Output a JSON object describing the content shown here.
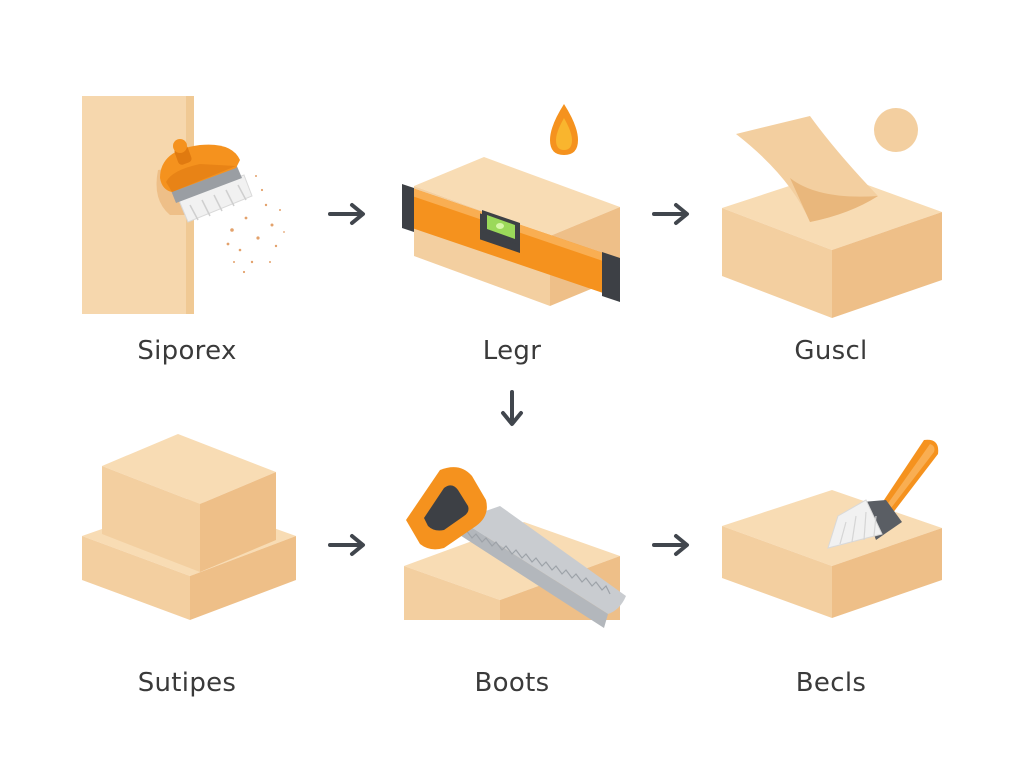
{
  "steps": [
    {
      "label": "Siporex",
      "icon": "brush-on-panel-icon"
    },
    {
      "label": "Legr",
      "icon": "spirit-level-icon"
    },
    {
      "label": "Guscl",
      "icon": "sanding-sheet-icon"
    },
    {
      "label": "Sutipes",
      "icon": "stacked-blocks-icon"
    },
    {
      "label": "Boots",
      "icon": "hand-saw-icon"
    },
    {
      "label": "Becls",
      "icon": "paint-brush-icon"
    }
  ],
  "colors": {
    "block_top": "#f8dcb4",
    "block_left": "#f3cfa0",
    "block_right": "#eebf88",
    "accent": "#f5921e",
    "accent_dark": "#e07a10",
    "dark": "#3d4045",
    "arrow": "#41464d",
    "label": "#3a3a3a"
  }
}
